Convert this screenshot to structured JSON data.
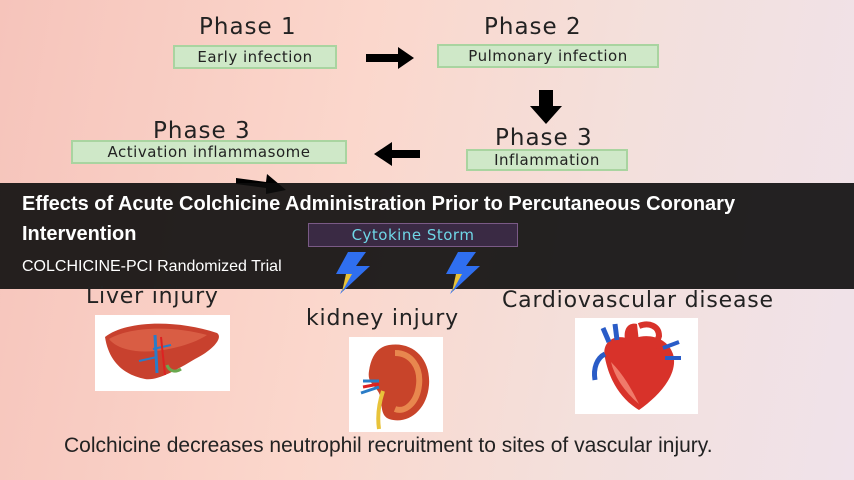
{
  "phases": {
    "p1": {
      "title": "Phase 1",
      "label": "Early infection"
    },
    "p2": {
      "title": "Phase 2",
      "label": "Pulmonary infection"
    },
    "p3a": {
      "title": "Phase 3",
      "label": "Inflammation"
    },
    "p3b": {
      "title": "Phase 3",
      "label": "Activation inflammasome"
    }
  },
  "storm_label": "Cytokine Storm",
  "banner": {
    "title": "Effects of Acute Colchicine Administration Prior to Percutaneous Coronary Intervention",
    "subtitle": "COLCHICINE-PCI Randomized Trial"
  },
  "organs": {
    "liver": "Liver injury",
    "kidney": "kidney injury",
    "heart": "Cardiovascular disease"
  },
  "caption": "Colchicine decreases neutrophil recruitment to sites of vascular injury.",
  "colors": {
    "box_fill": "#cfe8c8",
    "banner": "#0c0c0c",
    "storm_text": "#6fd6e6",
    "lightning": "#2f6ff0"
  }
}
